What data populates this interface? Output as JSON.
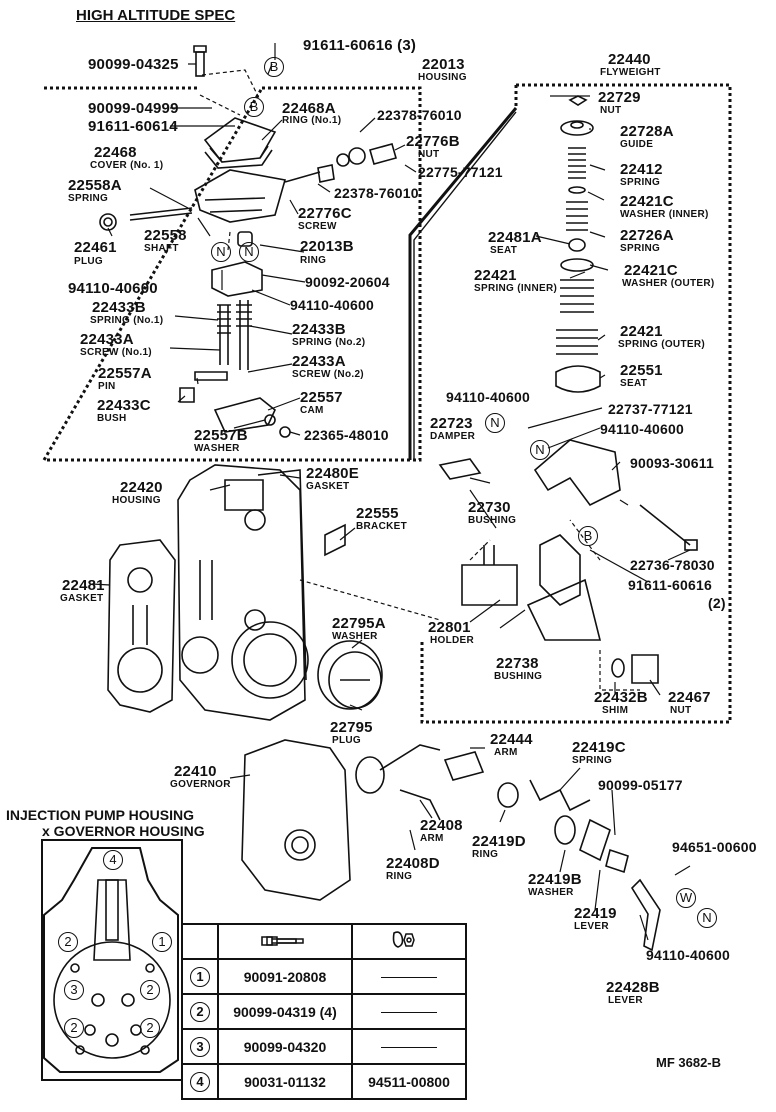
{
  "titles": {
    "high_altitude": "HIGH ALTITUDE SPEC",
    "injection_1": "INJECTION PUMP HOUSING",
    "injection_2": "x GOVERNOR HOUSING",
    "ref": "MF 3682-B"
  },
  "parts": {
    "p90099_04325": "90099-04325",
    "p91611_60616_3": "91611-60616 (3)",
    "p22013": "22013",
    "n22013": "HOUSING",
    "p22440": "22440",
    "n22440": "FLYWEIGHT",
    "p90099_04999": "90099-04999",
    "p91611_60614": "91611-60614",
    "p22468a": "22468A",
    "n22468a": "RING (No.1)",
    "p22378_76010a": "22378-76010",
    "p22776b": "22776B",
    "n22776b": "NUT",
    "p22775_77121": "22775-77121",
    "p22468": "22468",
    "n22468": "COVER (No. 1)",
    "p22558a": "22558A",
    "n22558a": "SPRING",
    "p22378_76010b": "22378-76010",
    "p22776c": "22776C",
    "n22776c": "SCREW",
    "p22461": "22461",
    "n22461": "PLUG",
    "p22558": "22558",
    "n22558": "SHAFT",
    "p22013b": "22013B",
    "n22013b": "RING",
    "p90092_20604": "90092-20604",
    "p94110_40600a": "94110-40600",
    "p94110_40600b": "94110-40600",
    "p22433b_1": "22433B",
    "n22433b_1": "SPRING (No.1)",
    "p22433b_2": "22433B",
    "n22433b_2": "SPRING (No.2)",
    "p22433a_1": "22433A",
    "n22433a_1": "SCREW (No.1)",
    "p22433a_2": "22433A",
    "n22433a_2": "SCREW (No.2)",
    "p22557a": "22557A",
    "n22557a": "PIN",
    "p22557": "22557",
    "n22557": "CAM",
    "p22433c": "22433C",
    "n22433c": "BUSH",
    "p22557b": "22557B",
    "n22557b": "WASHER",
    "p22365_48010": "22365-48010",
    "p22729": "22729",
    "n22729": "NUT",
    "p22728a": "22728A",
    "n22728a": "GUIDE",
    "p22412": "22412",
    "n22412": "SPRING",
    "p22421c_in": "22421C",
    "n22421c_in": "WASHER (INNER)",
    "p22481a": "22481A",
    "n22481a": "SEAT",
    "p22726a": "22726A",
    "n22726a": "SPRING",
    "p22421_in": "22421",
    "n22421_in": "SPRING (INNER)",
    "p22421c_out": "22421C",
    "n22421c_out": "WASHER (OUTER)",
    "p22421_out": "22421",
    "n22421_out": "SPRING (OUTER)",
    "p22551": "22551",
    "n22551": "SEAT",
    "p94110_40600c": "94110-40600",
    "p22737_77121": "22737-77121",
    "p22723": "22723",
    "n22723": "DAMPER",
    "p94110_40600d": "94110-40600",
    "p90093_30611": "90093-30611",
    "p22730": "22730",
    "n22730": "BUSHING",
    "p22736_78030": "22736-78030",
    "p91611_60616_2a": "91611-60616",
    "p91611_60616_2b": "(2)",
    "p22801": "22801",
    "n22801": "HOLDER",
    "p22738": "22738",
    "n22738": "BUSHING",
    "p22432b": "22432B",
    "n22432b": "SHIM",
    "p22467": "22467",
    "n22467": "NUT",
    "p22420": "22420",
    "n22420": "HOUSING",
    "p22480e": "22480E",
    "n22480e": "GASKET",
    "p22555": "22555",
    "n22555": "BRACKET",
    "p22481": "22481",
    "n22481": "GASKET",
    "p22795a": "22795A",
    "n22795a": "WASHER",
    "p22795": "22795",
    "n22795": "PLUG",
    "p22444": "22444",
    "n22444": "ARM",
    "p22419c": "22419C",
    "n22419c": "SPRING",
    "p22410": "22410",
    "n22410": "GOVERNOR",
    "p90099_05177": "90099-05177",
    "p22408": "22408",
    "n22408": "ARM",
    "p22419d": "22419D",
    "n22419d": "RING",
    "p94651_00600": "94651-00600",
    "p22408d": "22408D",
    "n22408d": "RING",
    "p22419b": "22419B",
    "n22419b": "WASHER",
    "p22419": "22419",
    "n22419": "LEVER",
    "p94110_40600e": "94110-40600",
    "p22428b": "22428B",
    "n22428b": "LEVER"
  },
  "markers": {
    "b": "B",
    "n": "N",
    "w": "W"
  },
  "bolt_table": {
    "rows": [
      {
        "num": "1",
        "bolt": "90091-20808"
      },
      {
        "num": "2",
        "bolt": "90099-04319 (4)"
      },
      {
        "num": "3",
        "bolt": "90099-04320"
      },
      {
        "num": "4",
        "bolt": "90031-01132",
        "nut": "94511-00800"
      }
    ]
  },
  "housing_positions": {
    "n1": "1",
    "n2": "2",
    "n3": "3",
    "n4": "4"
  }
}
